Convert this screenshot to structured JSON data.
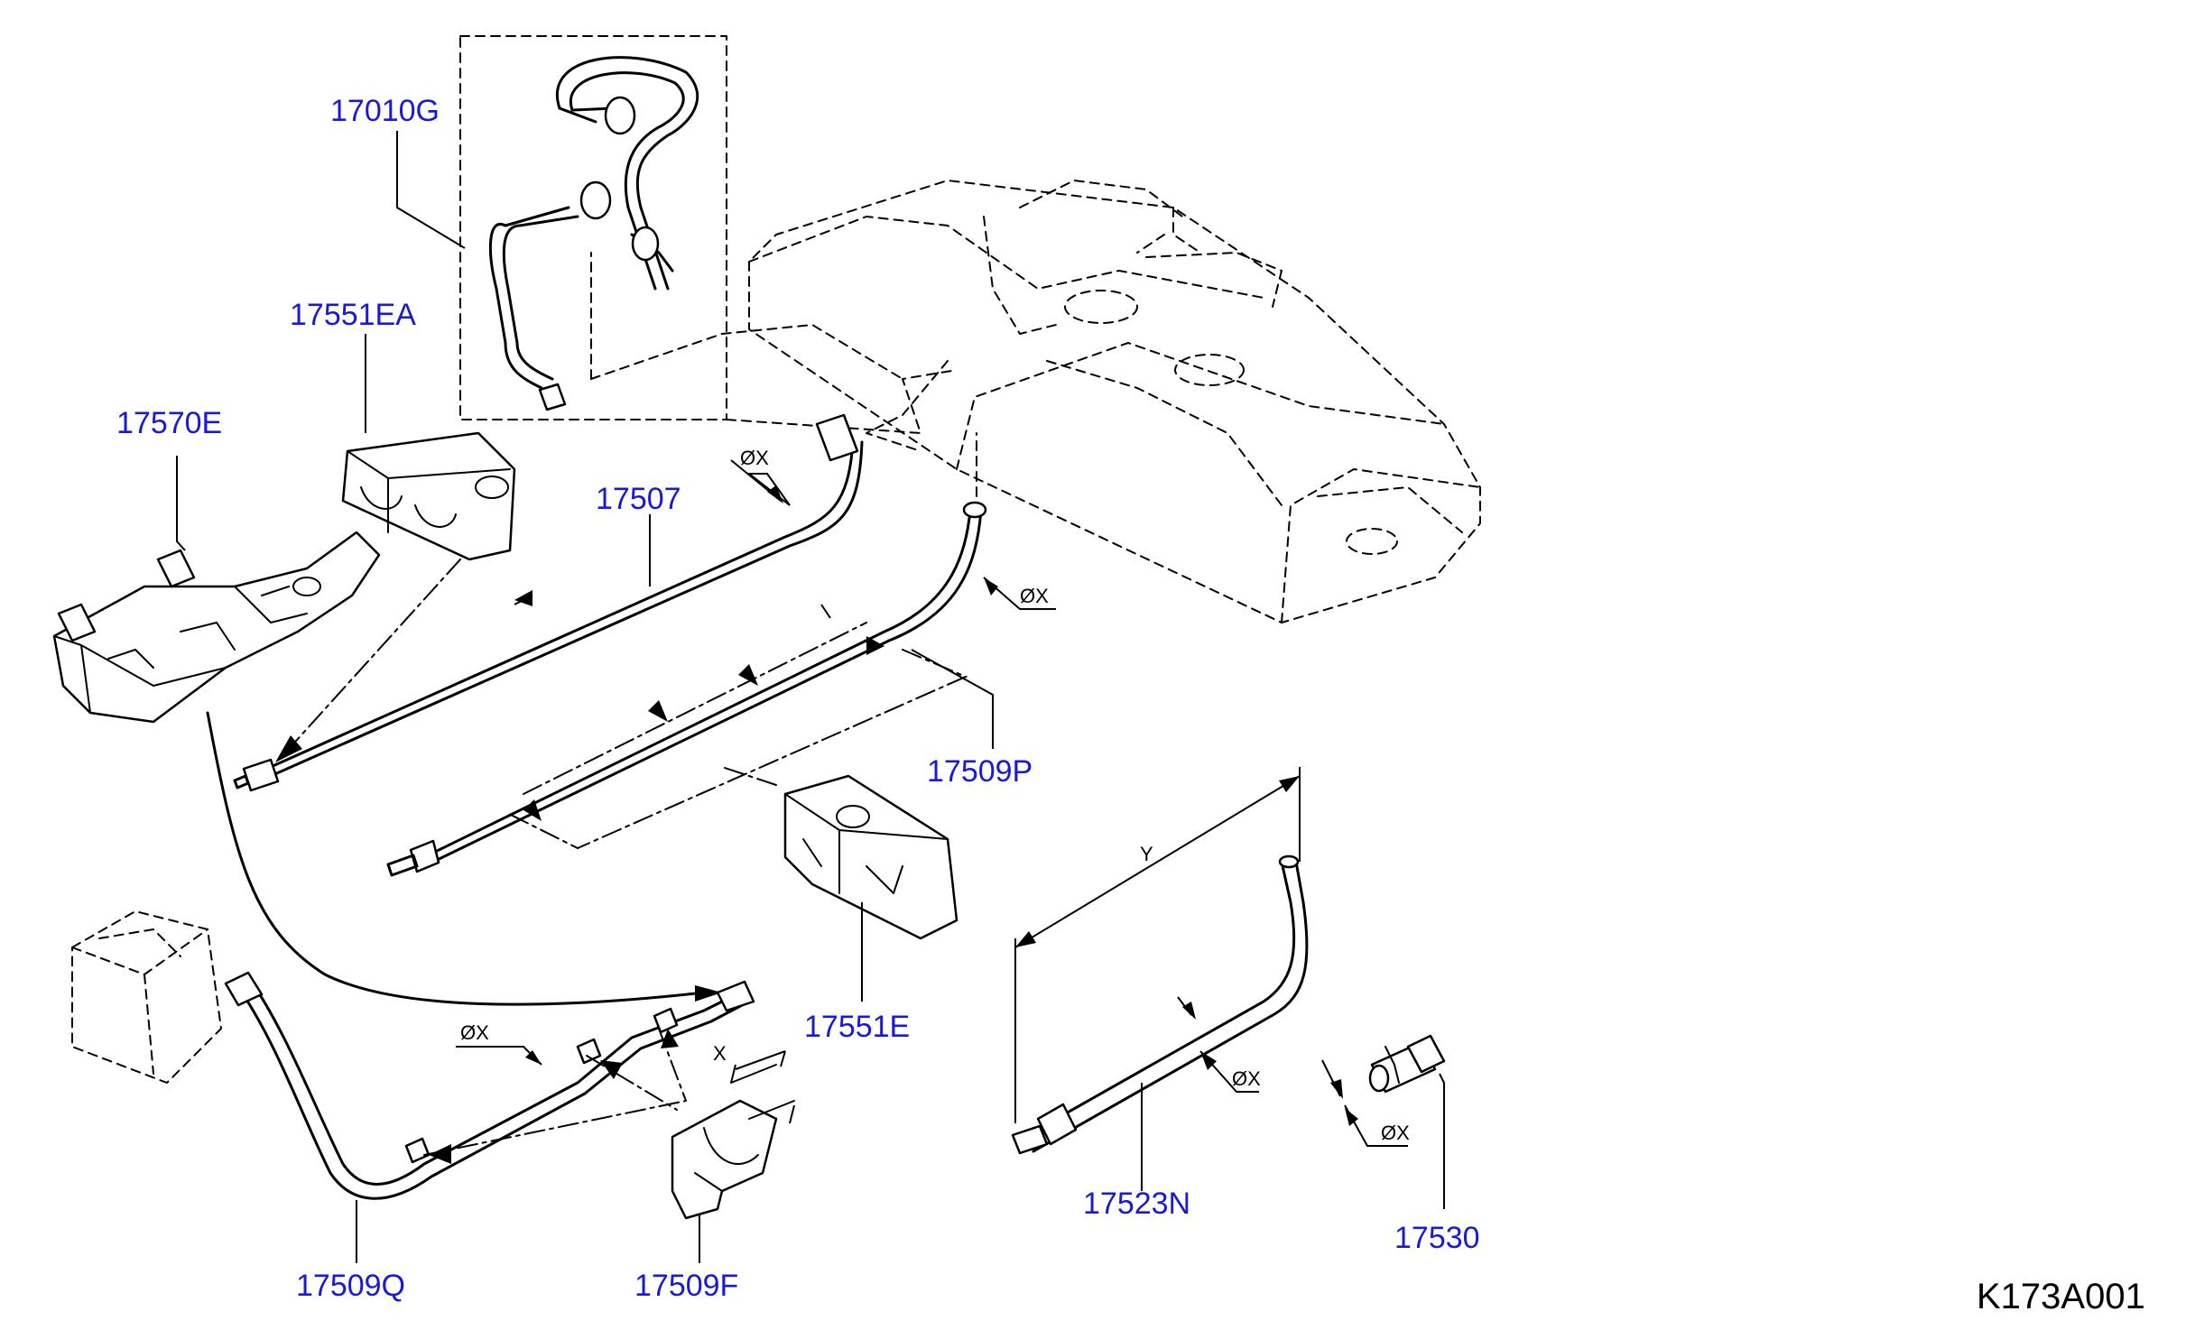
{
  "diagram": {
    "reference_code": "K173A001",
    "dimension_labels": {
      "diameter": "ØX",
      "length_y": "Y",
      "length_x": "X"
    },
    "parts": [
      {
        "id": "p1",
        "label": "17010G"
      },
      {
        "id": "p2",
        "label": "17551EA"
      },
      {
        "id": "p3",
        "label": "17570E"
      },
      {
        "id": "p4",
        "label": "17507"
      },
      {
        "id": "p5",
        "label": "17509P"
      },
      {
        "id": "p6",
        "label": "17551E"
      },
      {
        "id": "p7",
        "label": "17509Q"
      },
      {
        "id": "p8",
        "label": "17509F"
      },
      {
        "id": "p9",
        "label": "17523N"
      },
      {
        "id": "p10",
        "label": "17530"
      }
    ]
  }
}
